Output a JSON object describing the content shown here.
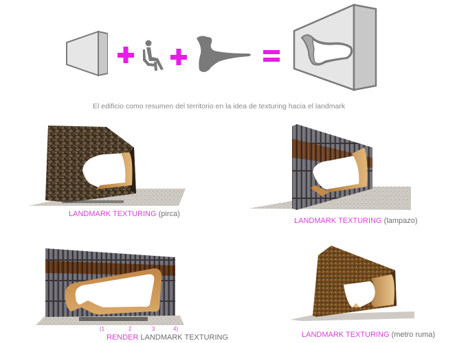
{
  "equation": {
    "items": [
      {
        "type": "volume",
        "icon": "box-volume-icon"
      },
      {
        "type": "operator",
        "symbol": "+"
      },
      {
        "type": "person",
        "icon": "seated-person-icon"
      },
      {
        "type": "operator",
        "symbol": "+"
      },
      {
        "type": "territory",
        "icon": "territory-shape-icon"
      },
      {
        "type": "operator",
        "symbol": "="
      },
      {
        "type": "result",
        "icon": "carved-volume-icon"
      }
    ],
    "operator_color": "#e61ee6",
    "shape_color": "#7a7a7a"
  },
  "subtitle": "El edificio como resumen del territorio en la idea de texturing hacia el landmark",
  "renders": [
    {
      "highlight": "LANDMARK TEXTURING",
      "detail": " (pirca)",
      "texture": "stone"
    },
    {
      "highlight": "LANDMARK TEXTURING",
      "detail": " (lampazo)",
      "texture": "wood-planks"
    },
    {
      "highlight": "RENDER",
      "detail": " LANDMARK TEXTURING",
      "texture": "wood-planks-front",
      "markers": [
        "(1",
        "2",
        "3",
        "4)"
      ]
    },
    {
      "highlight": "LANDMARK TEXTURING",
      "detail": " (metro ruma)",
      "texture": "cork"
    }
  ],
  "colors": {
    "highlight": "#d63fd6",
    "caption_gray": "#6e6e6e",
    "wood": "#c9914a"
  }
}
